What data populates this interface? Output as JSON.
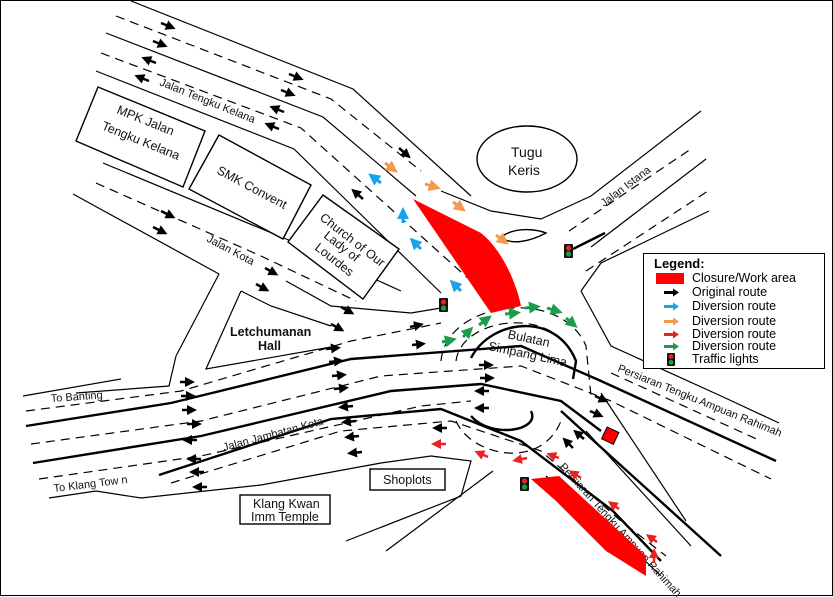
{
  "map": {
    "colors": {
      "closure": "#ff0000",
      "original": "#000000",
      "diversion_blue": "#1aa3e8",
      "diversion_orange": "#f39a4d",
      "diversion_red": "#e8231f",
      "diversion_green": "#1b9e4b",
      "light_red": "#e8231f",
      "light_green": "#1b9e4b"
    },
    "roads": {
      "jalan_tengku_kelana": "Jalan Tengku Kelana",
      "jalan_kota": "Jalan Kota",
      "jalan_istana": "Jalan Istana",
      "to_banting": "To Banting",
      "jalan_jambatan_kota": "Jalan Jambatan Kota",
      "to_klang_town": "To Klang Tow n",
      "persiaran_east": "Persiaran Tengku Ampuan Rahimah",
      "persiaran_south": "Persiaran Tengku Ampuan Rahimah"
    },
    "landmarks": {
      "mpk": [
        "MPK Jalan",
        "Tengku Kelana"
      ],
      "smk": "SMK Convent",
      "church": [
        "Church of Our",
        "Lady of",
        "Lourdes"
      ],
      "tugu": [
        "Tugu",
        "Keris"
      ],
      "letchumanan": [
        "Letchumanan",
        "Hall"
      ],
      "bulatan": [
        "Bulatan",
        "Simpang Lima"
      ],
      "shoplots": "Shoplots",
      "temple": [
        "Klang Kwan",
        "Imm Temple"
      ]
    }
  },
  "legend": {
    "title": "Legend:",
    "items": [
      {
        "symbol": "closure-swatch",
        "label": "Closure/Work area"
      },
      {
        "symbol": "black-arrow",
        "label": "Original route"
      },
      {
        "symbol": "blue-arrow",
        "label": "Diversion route"
      },
      {
        "symbol": "orange-arrow",
        "label": "Diversion  route"
      },
      {
        "symbol": "red-arrow",
        "label": "Diversion  route"
      },
      {
        "symbol": "green-arrow",
        "label": "Diversion  route"
      },
      {
        "symbol": "traffic-light",
        "label": "Traffic  lights"
      }
    ]
  }
}
